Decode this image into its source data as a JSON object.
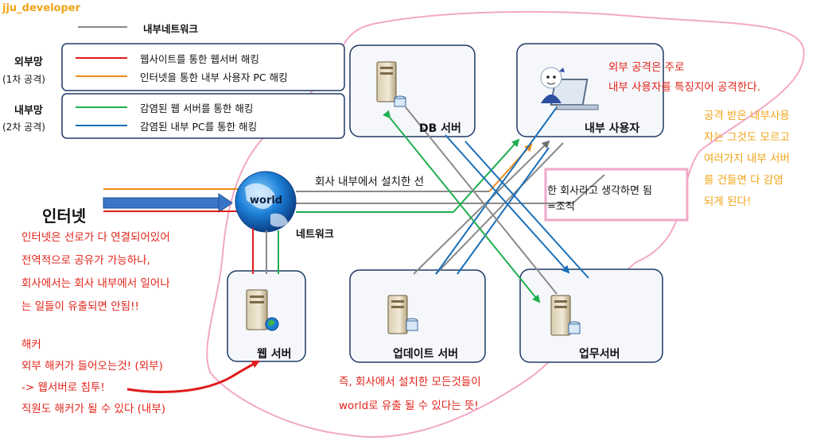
{
  "watermark": "jju_developer",
  "legend": {
    "internal_label": "내부네트워크",
    "external_group": {
      "title": "외부망",
      "subtitle": "(1차 공격)"
    },
    "internal_group": {
      "title": "내부망",
      "subtitle": "(2차 공격)"
    },
    "items": [
      {
        "text": "웹사이트를 통한 웹서버 해킹",
        "color": "#e01b1b"
      },
      {
        "text": "인터넷을 통한 내부 사용자 PC 해킹",
        "color": "#f08c1c"
      },
      {
        "text": "감염된 웹 서버를 통한 해킹",
        "color": "#1fae4e"
      },
      {
        "text": "감염된 내부 PC를 통한 해킹",
        "color": "#1a6fb8"
      }
    ]
  },
  "nodes": {
    "db_server": "DB 서버",
    "internal_user": "내부 사용자",
    "web_server": "웹 서버",
    "update_server": "업데이트 서버",
    "work_server": "업무서버",
    "internet": "인터넷",
    "globe": "world",
    "network": "네트워크",
    "line_label": "회사 내부에서 설치한 선"
  },
  "notes": {
    "external_attack": [
      "외부 공격은 주로",
      "내부 사용자를 특징지어 공격한다."
    ],
    "infected": [
      "공격 받은 내부사용",
      "자는 그것도 모르고",
      "여러가지 내부 서버",
      "를 건들면 다 감염",
      "되게 된다!"
    ],
    "company": [
      "한 회사라고 생각하면 됨",
      "=조직"
    ],
    "internet_desc": [
      "인터넷은 선로가 다 연결되어있어",
      "전역적으로 공유가 가능하나,",
      "회사에서는 회사 내부에서 일어나",
      "는 일들이 유출되면 안됨!!"
    ],
    "hacker": [
      "해커",
      "외부 해커가 들어오는것! (외부)",
      "-> 웹서버로 침투!",
      "직원도 해커가 될 수 있다 (내부)"
    ],
    "leak": [
      "즉, 회사에서 설치한 모든것들이",
      "world로 유출 될 수 있다는 뜻!"
    ]
  },
  "colors": {
    "annotation_red": "#e2231a",
    "annotation_orange": "#f0a418",
    "boundary_pink": "#f2a8c8",
    "box_border": "#1f3a66",
    "box_fill": "#f5f7fb",
    "internal_line": "#8a8a8a"
  }
}
